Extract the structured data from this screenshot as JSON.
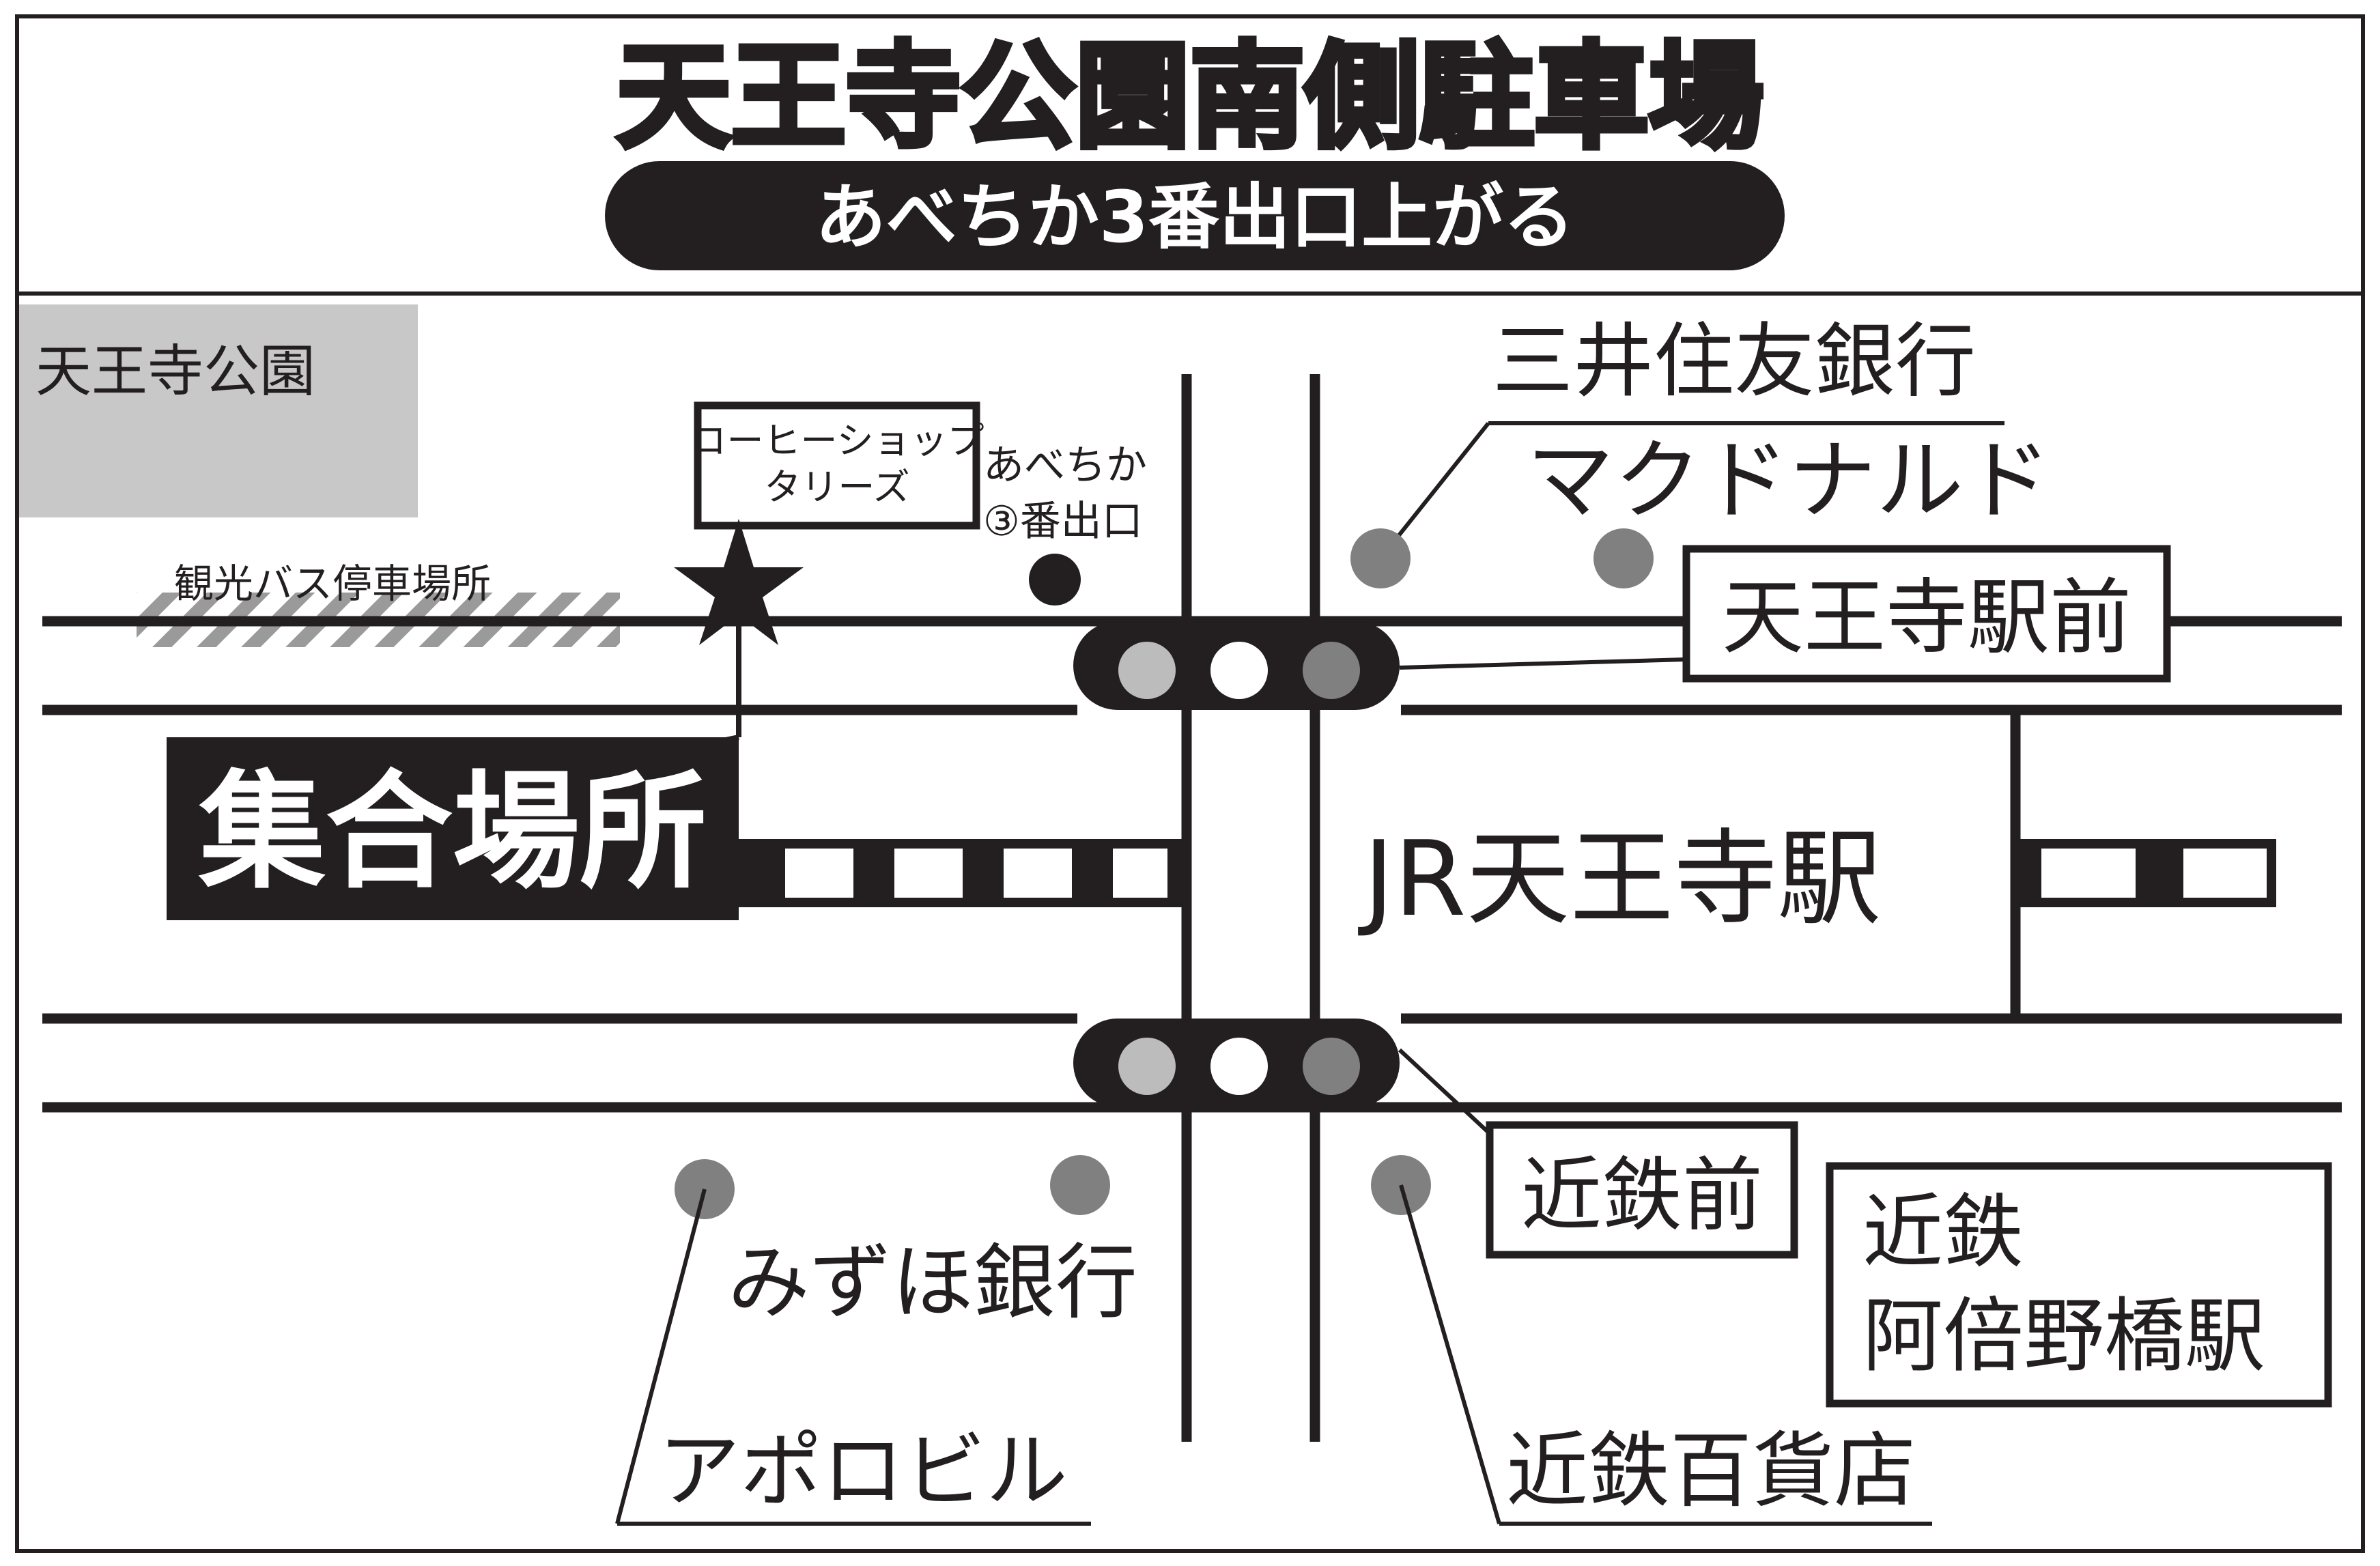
{
  "header": {
    "title": "天王寺公園南側駐車場",
    "subtitle": "あべちか3番出口上がる"
  },
  "places": {
    "park": "天王寺公園",
    "coffee_shop_line1": "コーヒーショップ",
    "coffee_shop_line2": "タリーズ",
    "abechika_exit_line1": "あべちか",
    "abechika_exit_line2": "③番出口",
    "tour_bus_stop": "観光バス停車場所",
    "meeting_point": "集合場所",
    "smbc": "三井住友銀行",
    "mcdonalds": "マクドナルド",
    "crossing_north": "天王寺駅前",
    "jr_station": "JR天王寺駅",
    "crossing_south": "近鉄前",
    "kintetsu_station_line1": "近鉄",
    "kintetsu_station_line2": "阿倍野橋駅",
    "mizuho": "みずほ銀行",
    "apollo": "アポロビル",
    "kintetsu_dept": "近鉄百貨店"
  },
  "colors": {
    "ink": "#231f20",
    "park_fill": "#c8c8c8",
    "pin": "#808080",
    "light_gray": "#bcbcbc",
    "bus_hatch": "#9a9a9a"
  },
  "icons": {
    "meeting_marker": "star-icon",
    "exit_marker": "exit-dot-icon",
    "pins": "location-pin-icon",
    "signals": "traffic-signal-icon"
  }
}
